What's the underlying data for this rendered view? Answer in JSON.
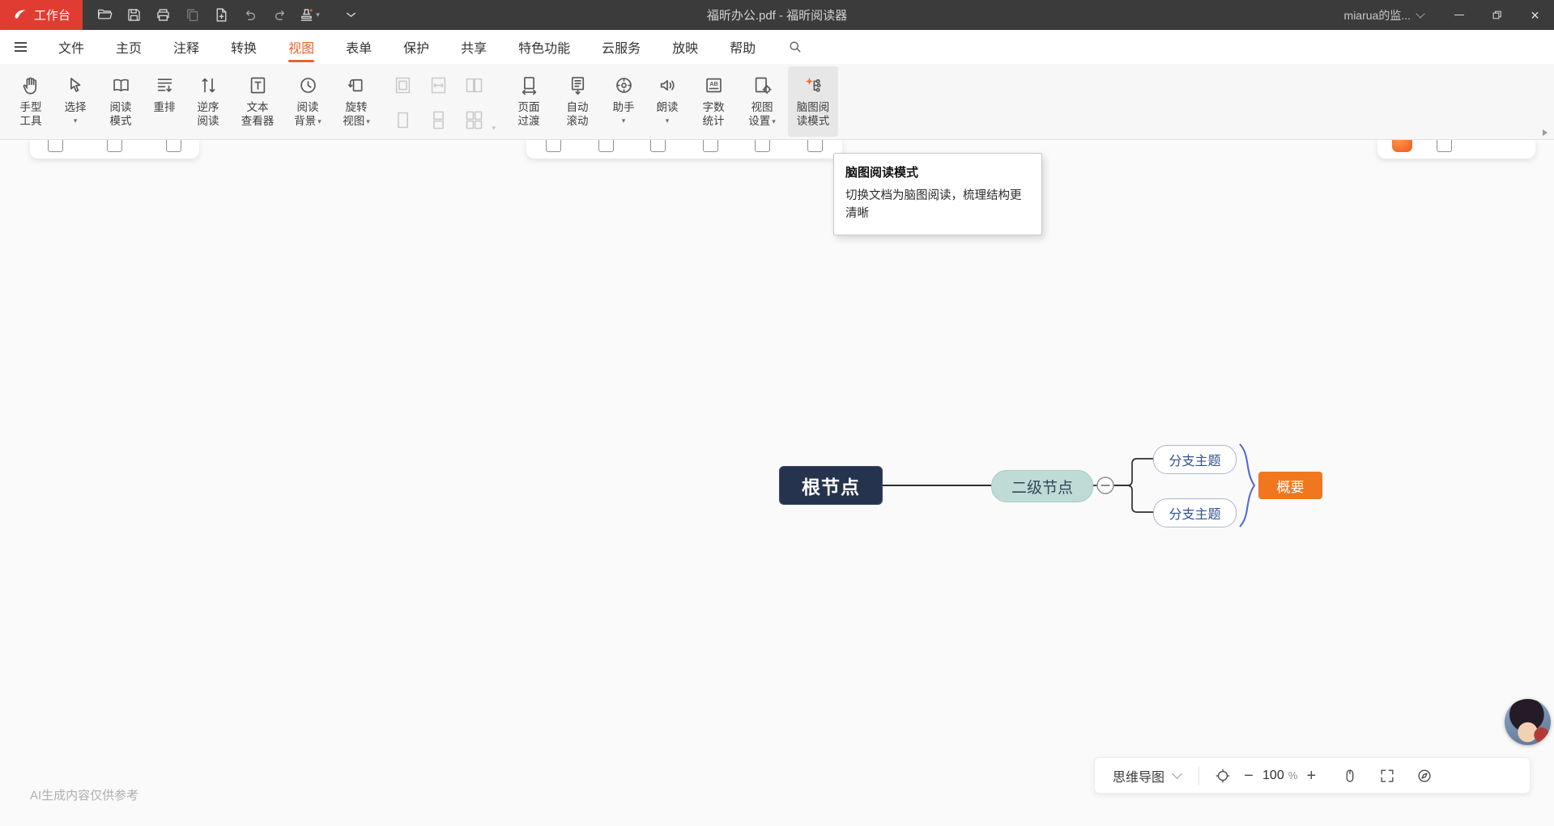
{
  "titlebar": {
    "logo_label": "工作台",
    "document_title": "福昕办公.pdf - 福昕阅读器",
    "account_label": "miarua的监..."
  },
  "menubar": {
    "active_item": "视图",
    "items": [
      {
        "label": "文件"
      },
      {
        "label": "主页"
      },
      {
        "label": "注释"
      },
      {
        "label": "转换"
      },
      {
        "label": "视图"
      },
      {
        "label": "表单"
      },
      {
        "label": "保护"
      },
      {
        "label": "共享"
      },
      {
        "label": "特色功能"
      },
      {
        "label": "云服务"
      },
      {
        "label": "放映"
      },
      {
        "label": "帮助"
      }
    ]
  },
  "ribbon": {
    "buttons": [
      {
        "id": "hand-tool",
        "line1": "手型",
        "line2": "工具"
      },
      {
        "id": "select",
        "line1": "选择",
        "dropdown": true
      },
      {
        "id": "read-mode",
        "line1": "阅读",
        "line2": "模式"
      },
      {
        "id": "reflow",
        "line1": "重排"
      },
      {
        "id": "reverse-read",
        "line1": "逆序",
        "line2": "阅读"
      },
      {
        "id": "text-viewer",
        "line1": "文本",
        "line2": "查看器"
      },
      {
        "id": "read-background",
        "line1": "阅读",
        "line2": "背景",
        "dropdown": true
      },
      {
        "id": "rotate-view",
        "line1": "旋转",
        "line2": "视图",
        "dropdown": true
      },
      {
        "id": "page-transition",
        "line1": "页面",
        "line2": "过渡"
      },
      {
        "id": "auto-scroll",
        "line1": "自动",
        "line2": "滚动"
      },
      {
        "id": "assistant",
        "line1": "助手",
        "dropdown": true
      },
      {
        "id": "read-aloud",
        "line1": "朗读",
        "dropdown": true
      },
      {
        "id": "word-count",
        "line1": "字数",
        "line2": "统计"
      },
      {
        "id": "view-settings",
        "line1": "视图",
        "line2": "设置",
        "dropdown": true
      },
      {
        "id": "mindmap-mode",
        "line1": "脑图阅",
        "line2": "读模式",
        "active": true
      }
    ]
  },
  "tooltip": {
    "title": "脑图阅读模式",
    "body": "切换文档为脑图阅读，梳理结构更清晰"
  },
  "mindmap": {
    "root_label": "根节点",
    "level2_label": "二级节点",
    "branch1_label": "分支主题",
    "branch2_label": "分支主题",
    "summary_label": "概要"
  },
  "statusbar": {
    "mode_label": "思维导图",
    "zoom_value": "100",
    "zoom_unit": "%"
  },
  "footer": {
    "ai_note": "AI生成内容仅供参考"
  },
  "icons": {
    "caret_down": "▾",
    "close": "×",
    "minus": "−",
    "plus": "+"
  },
  "colors": {
    "brand_red": "#E03C31",
    "accent_orange": "#E8632C",
    "root_node_bg": "#25334E",
    "level2_node_bg": "#BEDBD5",
    "branch_text": "#31508F",
    "summary_bg": "#F0771E",
    "brace_blue": "#4C66D4"
  }
}
